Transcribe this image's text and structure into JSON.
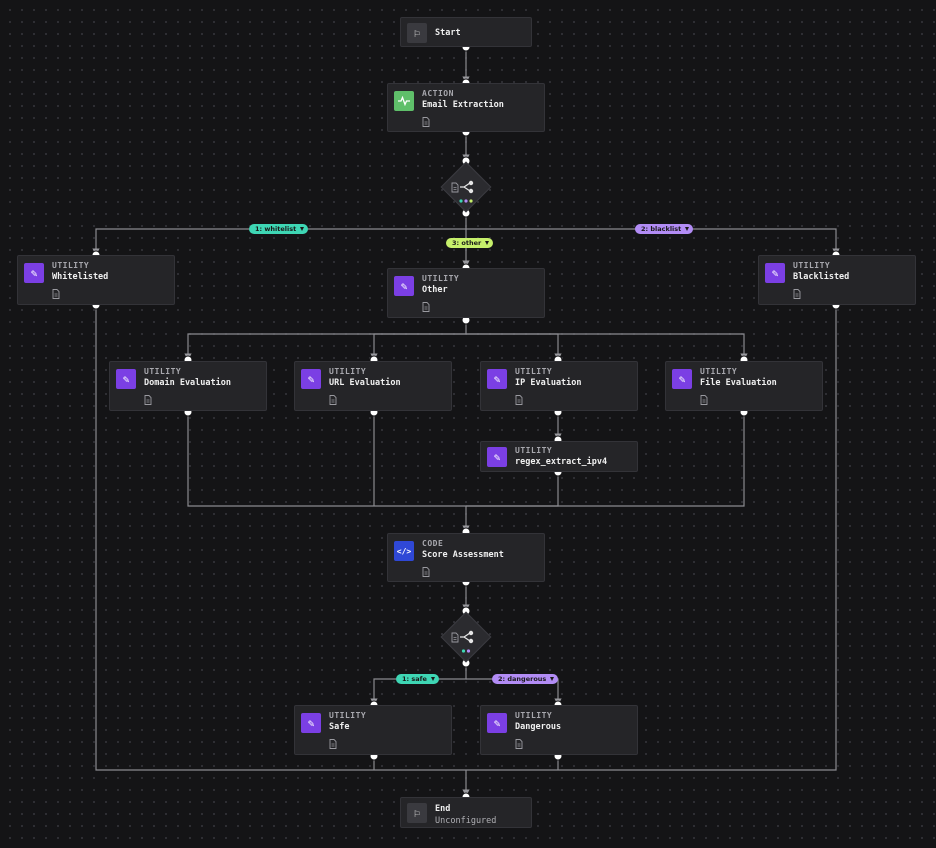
{
  "nodes": {
    "start": {
      "title": "Start"
    },
    "email_extraction": {
      "type": "ACTION",
      "title": "Email Extraction"
    },
    "whitelisted": {
      "type": "UTILITY",
      "title": "Whitelisted"
    },
    "other": {
      "type": "UTILITY",
      "title": "Other"
    },
    "blacklisted": {
      "type": "UTILITY",
      "title": "Blacklisted"
    },
    "domain_evaluation": {
      "type": "UTILITY",
      "title": "Domain Evaluation"
    },
    "url_evaluation": {
      "type": "UTILITY",
      "title": "URL Evaluation"
    },
    "ip_evaluation": {
      "type": "UTILITY",
      "title": "IP Evaluation"
    },
    "file_evaluation": {
      "type": "UTILITY",
      "title": "File Evaluation"
    },
    "regex_extract": {
      "type": "UTILITY",
      "title": "regex_extract_ipv4"
    },
    "score_assessment": {
      "type": "CODE",
      "title": "Score Assessment"
    },
    "safe": {
      "type": "UTILITY",
      "title": "Safe"
    },
    "dangerous": {
      "type": "UTILITY",
      "title": "Dangerous"
    },
    "end": {
      "title": "End",
      "subtitle": "Unconfigured"
    }
  },
  "branches": {
    "whitelist": "1: whitelist",
    "blacklist": "2: blacklist",
    "other": "3: other",
    "safe": "1: safe",
    "dangerous": "2: dangerous"
  },
  "colors": {
    "utility": "#7b3fe4",
    "action": "#5fbf6a",
    "code": "#2f48d6",
    "teal": "#3ed6b4",
    "purple": "#b28cf5",
    "lime": "#c6ef6b"
  }
}
